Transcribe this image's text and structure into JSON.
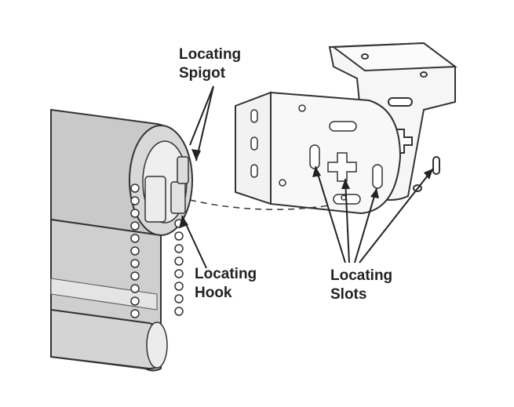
{
  "labels": {
    "spigot": {
      "line1": "Locating",
      "line2": "Spigot"
    },
    "hook": {
      "line1": "Locating",
      "line2": "Hook"
    },
    "slots": {
      "line1": "Locating",
      "line2": "Slots"
    }
  },
  "colors": {
    "ink": "#222222",
    "fabric": "#c9c9c9",
    "fabric_light": "#dedede",
    "metal": "#f4f4f4",
    "stroke": "#333333"
  }
}
